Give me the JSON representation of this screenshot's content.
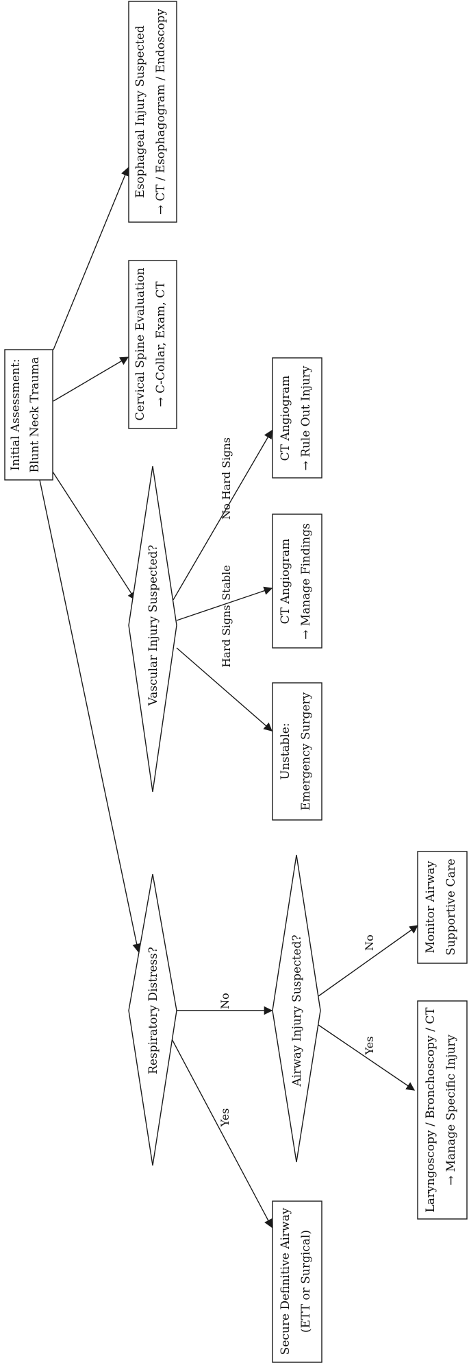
{
  "nodes": {
    "initial": [
      "Initial Assessment:",
      "Blunt Neck Trauma"
    ],
    "esophageal": [
      "Esophageal Injury Suspected",
      "→ CT / Esophagogram / Endoscopy"
    ],
    "cspine": [
      "Cervical Spine Evaluation",
      "→ C-Collar, Exam, CT"
    ],
    "vascular": [
      "Vascular Injury Suspected?"
    ],
    "ct_rule_out": [
      "CT Angiogram",
      "→ Rule Out Injury"
    ],
    "ct_manage": [
      "CT Angiogram",
      "→ Manage Findings"
    ],
    "unstable": [
      "Unstable:",
      "Emergency Surgery"
    ],
    "respiratory": [
      "Respiratory Distress?"
    ],
    "airway_q": [
      "Airway Injury Suspected?"
    ],
    "monitor": [
      "Monitor Airway",
      "Supportive Care"
    ],
    "laryngoscopy": [
      "Laryngoscopy / Bronchoscopy / CT",
      "→ Manage Specific Injury"
    ],
    "secure": [
      "Secure Definitive Airway",
      "(ETT or Surgical)"
    ]
  },
  "edge_labels": {
    "no_hard_signs": "No Hard Signs",
    "stable": "Stable",
    "hard_signs": "Hard Signs",
    "resp_no": "No",
    "resp_yes": "Yes",
    "airway_no": "No",
    "airway_yes": "Yes"
  }
}
